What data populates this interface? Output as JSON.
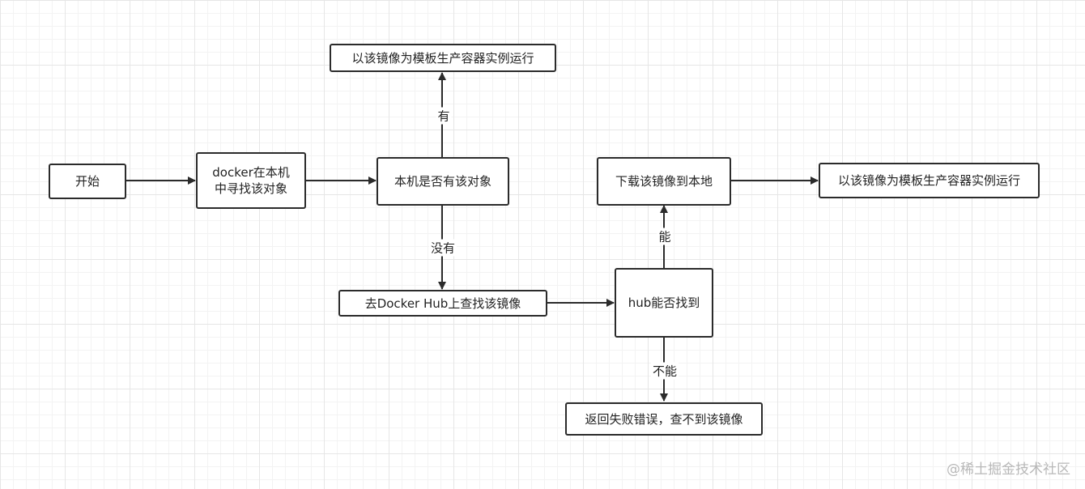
{
  "nodes": {
    "start": "开始",
    "search_local": "docker在本机\n中寻找该对象",
    "has_local": "本机是否有该对象",
    "run_top": "以该镜像为模板生产容器实例运行",
    "search_hub": "去Docker Hub上查找该镜像",
    "hub_found": "hub能否找到",
    "download": "下载该镜像到本地",
    "run_right": "以该镜像为模板生产容器实例运行",
    "error": "返回失败错误，查不到该镜像"
  },
  "edge_labels": {
    "yes": "有",
    "no": "没有",
    "can": "能",
    "cannot": "不能"
  },
  "watermark": "@稀土掘金技术社区",
  "colors": {
    "line": "#2b2b2b",
    "grid": "#e6e6e6"
  }
}
